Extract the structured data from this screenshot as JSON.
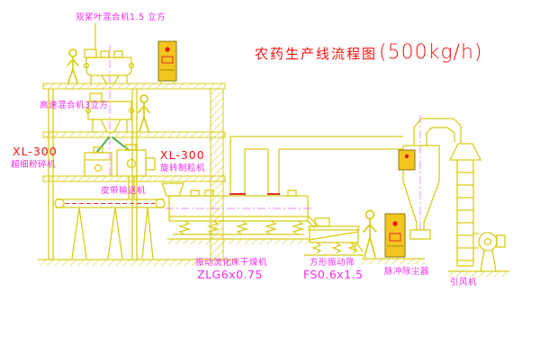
{
  "title": {
    "text": "农药生产线流程图",
    "capacity": "(500kg/h)"
  },
  "labels": {
    "paddle_mixer": "双桨叶混合机1.5 立方",
    "high_speed_mixer": "高速混合机3立方",
    "mill_model": "XL-300",
    "mill_name": "超细粉碎机",
    "granulator_model": "XL-300",
    "granulator_name": "旋转制粒机",
    "belt_conveyor": "皮带输送机",
    "dryer_name": "振动流化床干燥机",
    "dryer_model": "ZLG6x0.75",
    "sieve_name": "方形振动筛",
    "sieve_model": "FS0.6x1.5",
    "dust_collector": "脉冲除尘器",
    "fan": "引风机"
  },
  "colors": {
    "line_yellow": "#d8cd14",
    "line_green": "#4cb04c",
    "label_magenta": "#f32af3",
    "title_red": "#fc100c",
    "accent_red": "#e03030",
    "panel_fill": "#f3c51d",
    "panel_stroke": "#8a7a10",
    "background": "#ffffff"
  }
}
